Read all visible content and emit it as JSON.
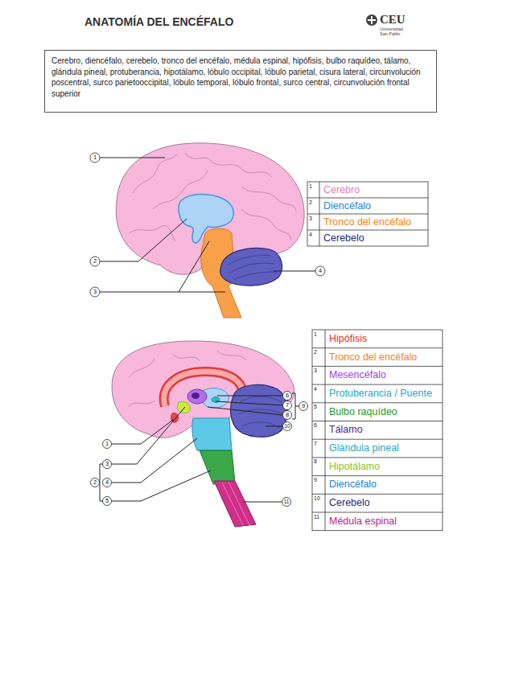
{
  "diagram": {
    "title": "ANATOMÍA DEL ENCÉFALO",
    "nodes": [
      {
        "text": [
          "Cerebro, diencéfalo, cerebelo, tronco del encéfalo, médula espinal, hipófisis, bulbo raquídeo, tálamo, glándula pineal, protuberancia, hipotálamo, lóbulo occipital, lóbulo parietal, cisura lateral, circunvolución poscentral, surco parietooccipital, lóbulo temporal, lóbulo frontal, surco central, circunvolución frontal superior"
        ]
      }
    ],
    "labels": [
      "CEU",
      "Universidad San Pablo",
      "1",
      "2",
      "3",
      "4",
      "1",
      "Cerebro",
      "2",
      "Diencéfalo",
      "3",
      "Tronco del encéfalo",
      "4",
      "Cerebelo",
      "6",
      "7",
      "9",
      "8",
      "10",
      "1",
      "3",
      "2",
      "4",
      "5",
      "11",
      "1",
      "Hipófisis",
      "2",
      "Tronco del encéfalo",
      "3",
      "Mesencéfalo",
      "4",
      "Protuberancia / Puente",
      "5",
      "Bulbo raquídeo",
      "6",
      "Tálamo",
      "7",
      "Glándula pineal",
      "8",
      "Hipotálamo",
      "9",
      "Diencéfalo",
      "10",
      "Cerebelo",
      "11",
      "Médula espinal"
    ]
  }
}
